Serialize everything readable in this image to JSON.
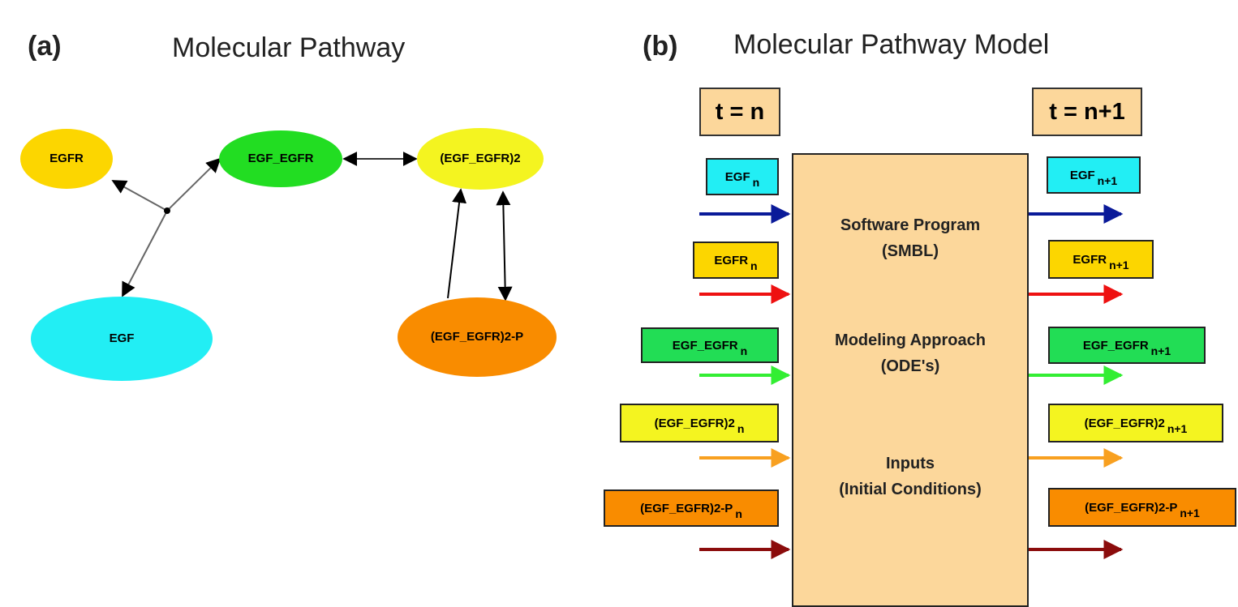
{
  "panel_a": {
    "label": "(a)",
    "title": "Molecular Pathway",
    "nodes": {
      "egfr": "EGFR",
      "egf_egfr": "EGF_EGFR",
      "dimer": "(EGF_EGFR)2",
      "egf": "EGF",
      "dimer_p": "(EGF_EGFR)2-P"
    }
  },
  "panel_b": {
    "label": "(b)",
    "title": "Molecular Pathway Model",
    "time_in": "t = n",
    "time_out": "t = n+1",
    "center": {
      "line1": "Software Program",
      "line2": "(SMBL)",
      "line3": "Modeling Approach",
      "line4": "(ODE's)",
      "line5": "Inputs",
      "line6": "(Initial Conditions)"
    },
    "inputs": [
      {
        "name": "EGF",
        "sub": "n"
      },
      {
        "name": "EGFR",
        "sub": "n"
      },
      {
        "name": "EGF_EGFR",
        "sub": "n"
      },
      {
        "name": "(EGF_EGFR)2",
        "sub": "n"
      },
      {
        "name": "(EGF_EGFR)2-P",
        "sub": "n"
      }
    ],
    "outputs": [
      {
        "name": "EGF",
        "sub": "n+1"
      },
      {
        "name": "EGFR",
        "sub": "n+1"
      },
      {
        "name": "EGF_EGFR",
        "sub": "n+1"
      },
      {
        "name": "(EGF_EGFR)2",
        "sub": "n+1"
      },
      {
        "name": "(EGF_EGFR)2-P",
        "sub": "n+1"
      }
    ]
  },
  "colors": {
    "egfr": "#fcd600",
    "egf_egfr": "#22dd22",
    "dimer": "#f4f420",
    "egf": "#22eef4",
    "dimer_p": "#f98c00",
    "model_box": "#fcd79b",
    "arrow_egf": "#0a1a99",
    "arrow_egfr": "#ee1111",
    "arrow_egf_egfr": "#33ee33",
    "arrow_dimer": "#f8a020",
    "arrow_dimer_p": "#8b0c0c"
  }
}
